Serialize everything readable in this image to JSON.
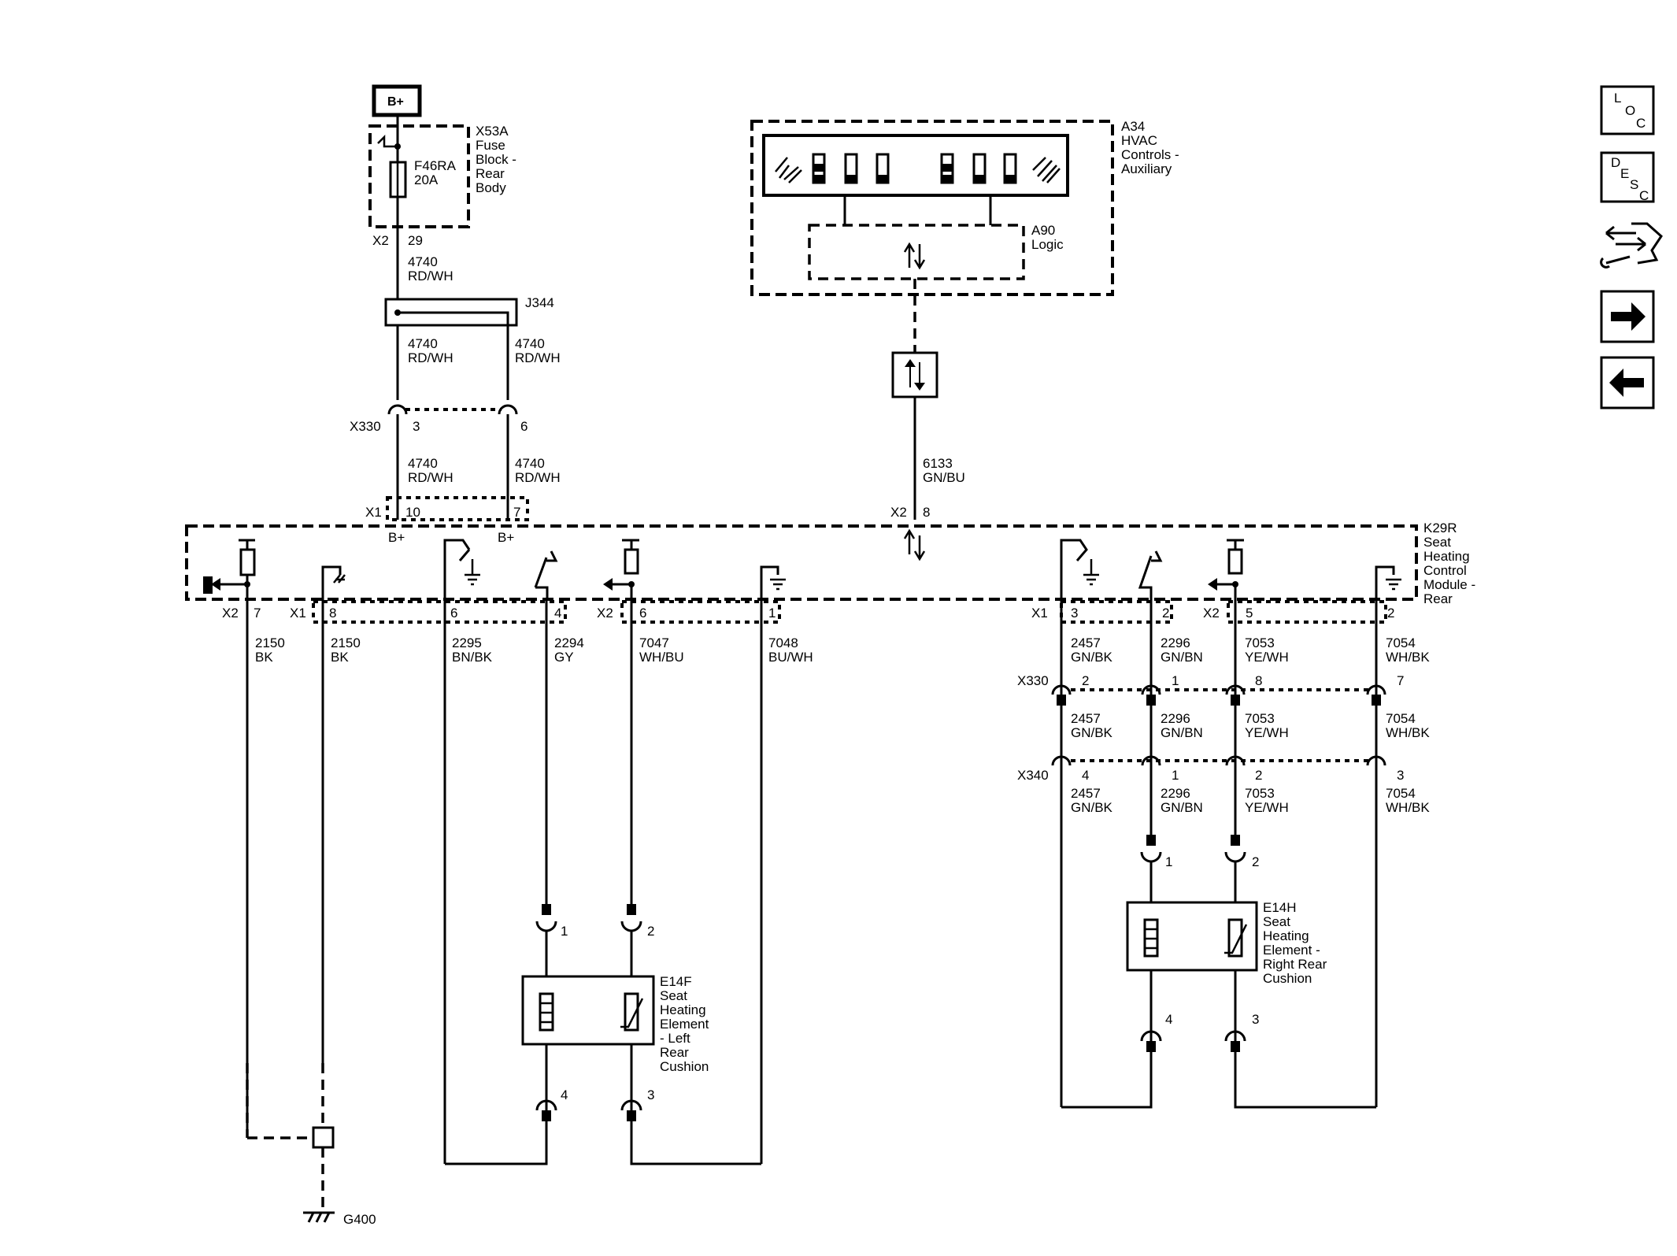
{
  "nav": {
    "loc": {
      "l": "L",
      "o": "O",
      "c": "C"
    },
    "desc": {
      "d": "D",
      "e": "E",
      "s": "S",
      "c": "C"
    }
  },
  "power": {
    "label": "B+"
  },
  "fuse_block": {
    "ref": "X53A",
    "name_lines": [
      "Fuse",
      "Block -",
      "Rear",
      "Body"
    ],
    "fuse_ref": "F46RA",
    "fuse_rating": "20A",
    "conn": "X2",
    "pin": "29"
  },
  "splice": {
    "ref": "J344"
  },
  "hvac": {
    "ref": "A34",
    "name_lines": [
      "HVAC",
      "Controls -",
      "Auxiliary"
    ],
    "logic_ref": "A90",
    "logic_name": "Logic"
  },
  "module": {
    "ref": "K29R",
    "name_lines": [
      "Seat",
      "Heating",
      "Control",
      "Module -",
      "Rear"
    ],
    "bplus": "B+"
  },
  "connectors": {
    "x1": "X1",
    "x2": "X2",
    "x330": "X330",
    "x340": "X340"
  },
  "wires": {
    "w4740": {
      "num": "4740",
      "color": "RD/WH"
    },
    "w6133": {
      "num": "6133",
      "color": "GN/BU"
    },
    "w2150": {
      "num": "2150",
      "color": "BK"
    },
    "w2295": {
      "num": "2295",
      "color": "BN/BK"
    },
    "w2294": {
      "num": "2294",
      "color": "GY"
    },
    "w7047": {
      "num": "7047",
      "color": "WH/BU"
    },
    "w7048": {
      "num": "7048",
      "color": "BU/WH"
    },
    "w2457": {
      "num": "2457",
      "color": "GN/BK"
    },
    "w2296": {
      "num": "2296",
      "color": "GN/BN"
    },
    "w7053": {
      "num": "7053",
      "color": "YE/WH"
    },
    "w7054": {
      "num": "7054",
      "color": "WH/BK"
    }
  },
  "pins": {
    "x330_top_a": "3",
    "x330_top_b": "6",
    "x1_10": "10",
    "x1_7": "7",
    "x2_8": "8",
    "x2_7": "7",
    "x1_8": "8",
    "x1_6": "6",
    "x1_4": "4",
    "x2_6": "6",
    "x2_1": "1",
    "x1_3": "3",
    "x1_2": "2",
    "x2_5": "5",
    "x2_2": "2",
    "x330_2": "2",
    "x330_1": "1",
    "x330_8": "8",
    "x330_7": "7",
    "x340_4": "4",
    "x340_1": "1",
    "x340_2": "2",
    "x340_3": "3",
    "e14h_1": "1",
    "e14h_2": "2",
    "e14h_4": "4",
    "e14h_3": "3",
    "e14f_1": "1",
    "e14f_2": "2",
    "e14f_4": "4",
    "e14f_3": "3"
  },
  "elements": {
    "left": {
      "ref": "E14F",
      "name_lines": [
        "Seat",
        "Heating",
        "Element",
        "- Left",
        "Rear",
        "Cushion"
      ]
    },
    "right": {
      "ref": "E14H",
      "name_lines": [
        "Seat",
        "Heating",
        "Element -",
        "Right Rear",
        "Cushion"
      ]
    }
  },
  "ground": {
    "ref": "G400"
  }
}
